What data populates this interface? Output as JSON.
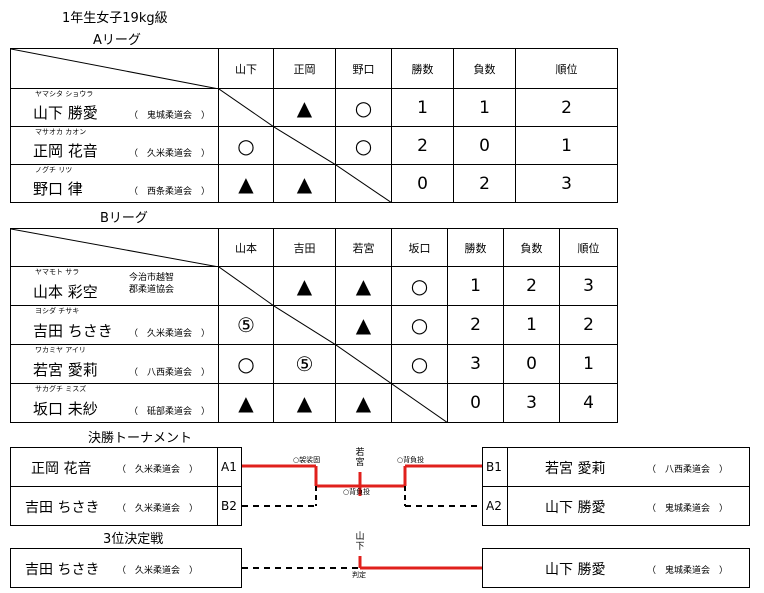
{
  "title": "1年生女子19kg級",
  "league_a": {
    "label": "Aリーグ",
    "headers": [
      "山下",
      "正岡",
      "野口",
      "勝数",
      "負数",
      "順位"
    ],
    "rows": [
      {
        "furigana": "ヤマシタ ショウラ",
        "name": "山下 勝愛",
        "club": "（　鬼城柔道会　）",
        "results": [
          "",
          "▲",
          "○"
        ],
        "wins": "1",
        "losses": "1",
        "rank": "2"
      },
      {
        "furigana": "マサオカ カオン",
        "name": "正岡 花音",
        "club": "（　久米柔道会　）",
        "results": [
          "○",
          "",
          "○"
        ],
        "wins": "2",
        "losses": "0",
        "rank": "1"
      },
      {
        "furigana": "ノグチ リツ",
        "name": "野口 律",
        "club": "（　西条柔道会　）",
        "results": [
          "▲",
          "▲",
          ""
        ],
        "wins": "0",
        "losses": "2",
        "rank": "3"
      }
    ]
  },
  "league_b": {
    "label": "Bリーグ",
    "headers": [
      "山本",
      "吉田",
      "若宮",
      "坂口",
      "勝数",
      "負数",
      "順位"
    ],
    "rows": [
      {
        "furigana": "ヤマモト サラ",
        "name": "山本 彩空",
        "club_line1": "今治市越智",
        "club_line2": "郡柔道協会",
        "results": [
          "",
          "▲",
          "▲",
          "○"
        ],
        "wins": "1",
        "losses": "2",
        "rank": "3"
      },
      {
        "furigana": "ヨシダ チサキ",
        "name": "吉田 ちさき",
        "club": "（　久米柔道会　）",
        "results": [
          "⑤",
          "",
          "▲",
          "○"
        ],
        "wins": "2",
        "losses": "1",
        "rank": "2"
      },
      {
        "furigana": "ワカミヤ アイリ",
        "name": "若宮 愛莉",
        "club": "（　八西柔道会　）",
        "results": [
          "○",
          "⑤",
          "",
          "○"
        ],
        "wins": "3",
        "losses": "0",
        "rank": "1"
      },
      {
        "furigana": "サカグチ ミスズ",
        "name": "坂口 未紗",
        "club": "（　砥部柔道会　）",
        "results": [
          "▲",
          "▲",
          "▲",
          ""
        ],
        "wins": "0",
        "losses": "3",
        "rank": "4"
      }
    ]
  },
  "final": {
    "label": "決勝トーナメント",
    "left": [
      {
        "name": "正岡 花音",
        "club": "（　久米柔道会　）",
        "seed": "A1"
      },
      {
        "name": "吉田 ちさき",
        "club": "（　久米柔道会　）",
        "seed": "B2"
      }
    ],
    "right": [
      {
        "name": "若宮 愛莉",
        "club": "（　八西柔道会　）",
        "seed": "B1"
      },
      {
        "name": "山下 勝愛",
        "club": "（　鬼城柔道会　）",
        "seed": "A2"
      }
    ],
    "notes": {
      "left_top": "○袈裟固",
      "left_bottom": "○背負投",
      "right_top": "○背負投"
    },
    "winner_vertical": "若宮"
  },
  "third": {
    "label": "3位決定戦",
    "left": {
      "name": "吉田 ちさき",
      "club": "（　久米柔道会　）"
    },
    "right": {
      "name": "山下 勝愛",
      "club": "（　鬼城柔道会　）"
    },
    "winner_vertical": "山下",
    "note": "判定"
  },
  "colors": {
    "win_line": "#e0201c",
    "border": "#000000"
  }
}
